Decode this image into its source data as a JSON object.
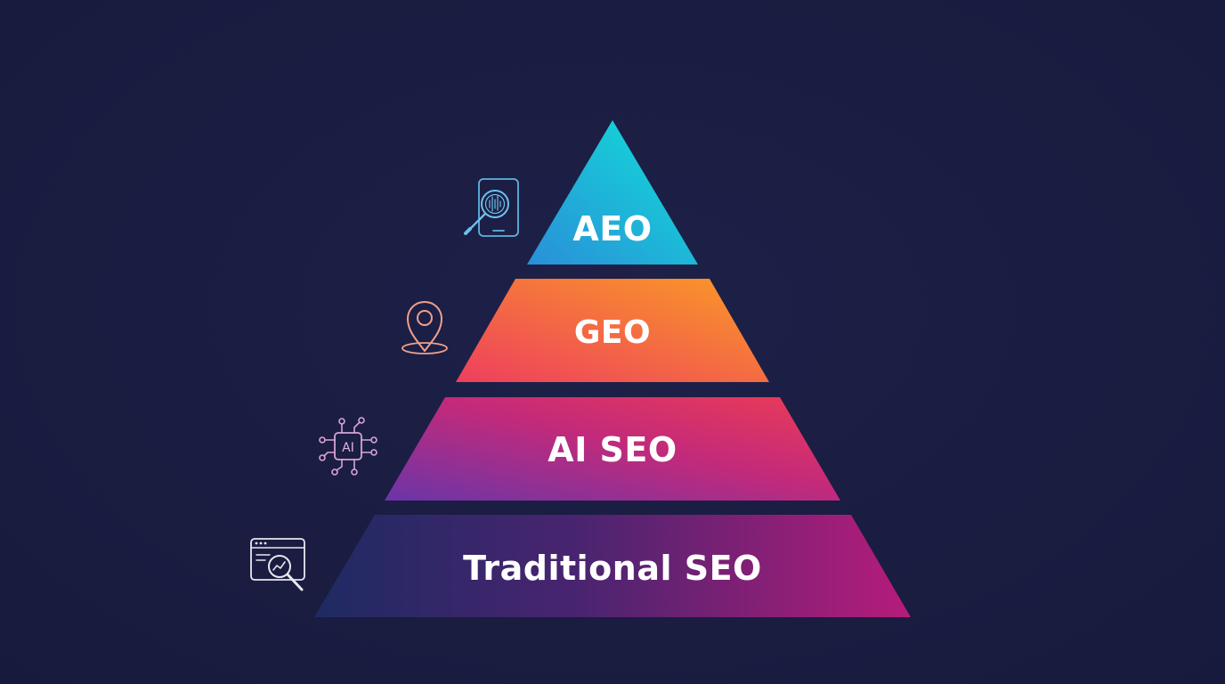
{
  "pyramid": {
    "tiers": [
      {
        "label": "AEO",
        "icon": "mobile-search-icon"
      },
      {
        "label": "GEO",
        "icon": "location-pin-icon"
      },
      {
        "label": "AI SEO",
        "icon": "ai-chip-icon"
      },
      {
        "label": "Traditional SEO",
        "icon": "browser-analytics-search-icon"
      }
    ]
  },
  "colors": {
    "background": "#1a1c41",
    "aeo_gradient": [
      "#2aa6d6",
      "#14d6da"
    ],
    "geo_gradient": [
      "#f0505a",
      "#f8942a"
    ],
    "ai_seo_gradient": [
      "#7a35a8",
      "#e8305a"
    ],
    "traditional_seo_gradient": [
      "#1e2a64",
      "#b01a78"
    ]
  },
  "icons": {
    "aeo_icon_label": "",
    "ai_chip_text": "AI"
  }
}
